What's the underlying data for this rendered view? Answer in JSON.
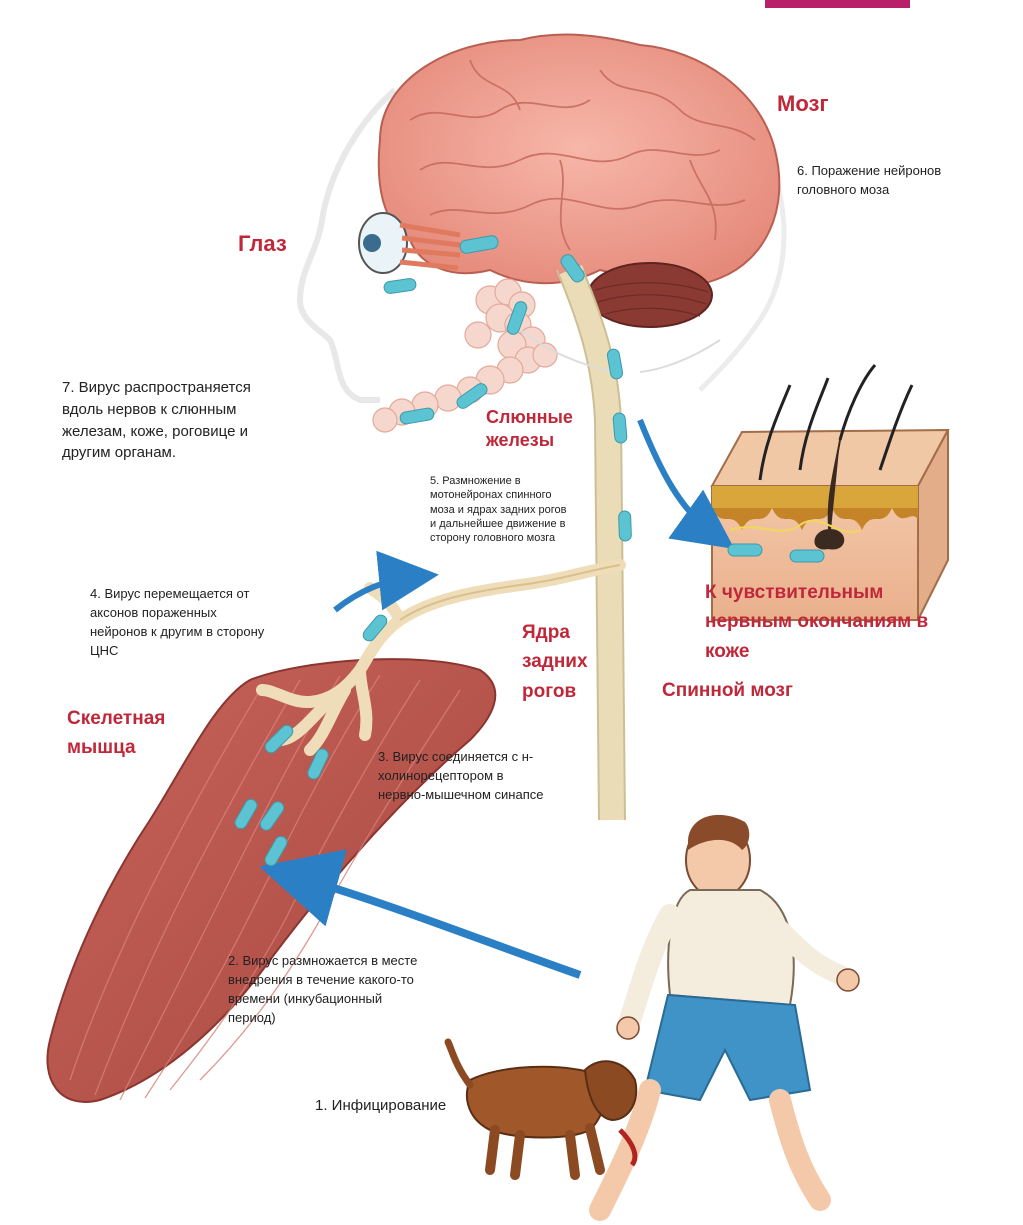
{
  "labels": {
    "brain": "Мозг",
    "eye": "Глаз",
    "salivary": "Слюнные\nжелезы",
    "dorsal_horn": "Ядра\nзадних\nрогов",
    "spinal_cord": "Спинной мозг",
    "skin_endings": "К чувствительным\nнервным окончаниям в\nкоже",
    "skeletal_muscle": "Скелетная\nмышца"
  },
  "steps": {
    "s1": "1. Инфицирование",
    "s2": "2. Вирус размножается в месте\nвнедрения в течение какого-то\nвремени (инкубационный\nпериод)",
    "s3": "3. Вирус соединяется с н-\nхолинорецептором в\nнервно-мышечном синапсе",
    "s4": "4. Вирус перемещается от\nаксонов пораженных\nнейронов к другим  в сторону\nЦНС",
    "s5": "5. Размножение в\nмотонейронах спинного\nмоза и ядрах задних рогов\nи дальнейшее движение в\nсторону головного мозга",
    "s6": "6. Поражение нейронов\nголовного моза",
    "s7": "7. Вирус распространяется\nвдоль нервов к слюнным\nжелезам, коже, роговице и\nдругим органам."
  },
  "colors": {
    "label_red": "#c0283a",
    "arrow_blue": "#2b7fc4",
    "virus": "#5cc3d3",
    "brain": "#f2a495",
    "muscle": "#b8564f",
    "accent_tab": "#b8206a"
  }
}
